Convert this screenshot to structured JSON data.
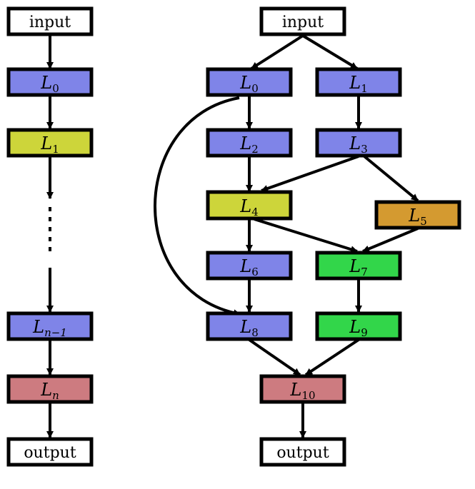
{
  "colors": {
    "io": "#ffffff",
    "blue": "#7f84e8",
    "yellow": "#cdd53a",
    "red": "#cd7b80",
    "orange": "#d49a30",
    "green": "#32d64a",
    "stroke": "#000000"
  },
  "chain": {
    "input": "input",
    "l0": {
      "base": "L",
      "sub": "0"
    },
    "l1": {
      "base": "L",
      "sub": "1"
    },
    "ln1": {
      "base": "L",
      "sub": "n−1"
    },
    "ln": {
      "base": "L",
      "sub": "n"
    },
    "output": "output"
  },
  "graph": {
    "input": "input",
    "l0": {
      "base": "L",
      "sub": "0"
    },
    "l1": {
      "base": "L",
      "sub": "1"
    },
    "l2": {
      "base": "L",
      "sub": "2"
    },
    "l3": {
      "base": "L",
      "sub": "3"
    },
    "l4": {
      "base": "L",
      "sub": "4"
    },
    "l5": {
      "base": "L",
      "sub": "5"
    },
    "l6": {
      "base": "L",
      "sub": "6"
    },
    "l7": {
      "base": "L",
      "sub": "7"
    },
    "l8": {
      "base": "L",
      "sub": "8"
    },
    "l9": {
      "base": "L",
      "sub": "9"
    },
    "l10": {
      "base": "L",
      "sub": "10"
    },
    "output": "output"
  }
}
